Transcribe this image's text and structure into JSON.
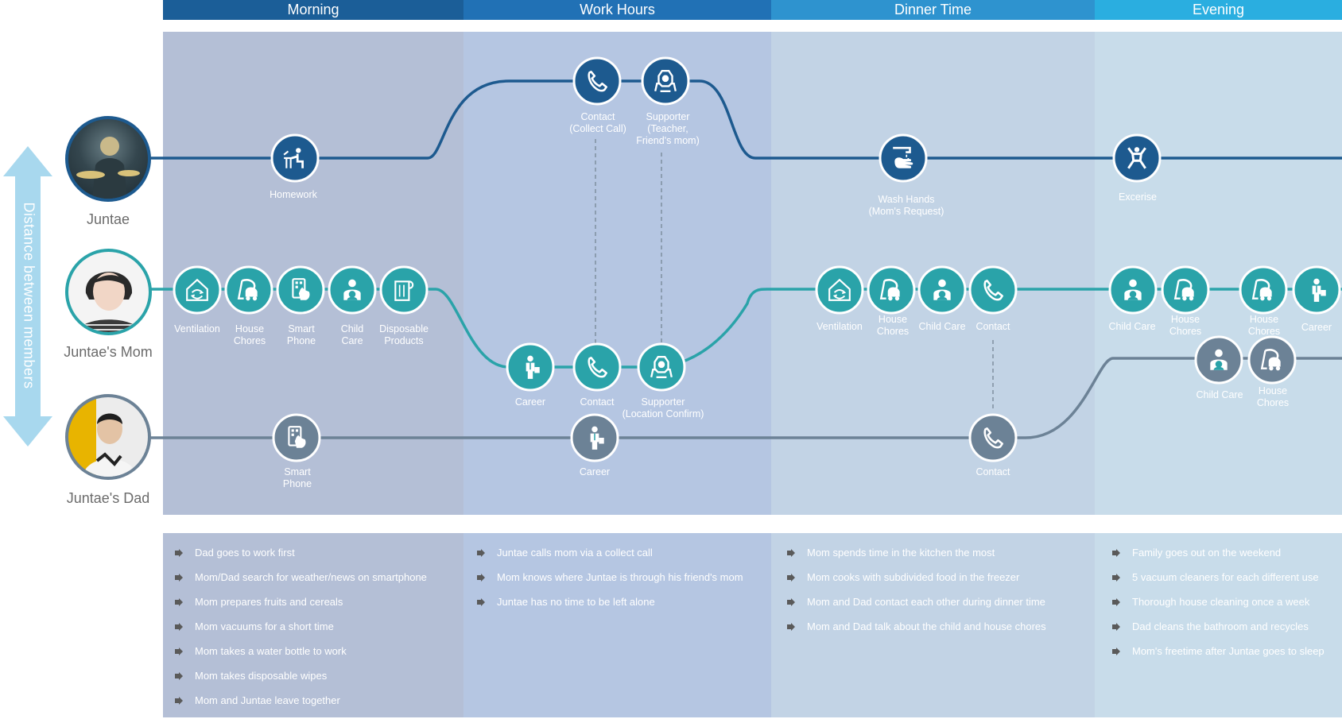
{
  "phases": [
    "Morning",
    "Work Hours",
    "Dinner Time",
    "Evening"
  ],
  "axis_label": "Distance between members",
  "people": [
    "Juntae",
    "Juntae's Mom",
    "Juntae's Dad"
  ],
  "labels": {
    "homework": "Homework",
    "contact_collect": [
      "Contact",
      "(Collect Call)"
    ],
    "supporter_teacher": [
      "Supporter",
      "(Teacher,",
      "Friend's mom)"
    ],
    "wash_hands": [
      "Wash Hands",
      "(Mom's Request)"
    ],
    "exercise": "Excerise",
    "ventilation": "Ventilation",
    "house_chores": [
      "House",
      "Chores"
    ],
    "smart_phone": [
      "Smart",
      "Phone"
    ],
    "child_care": [
      "Child",
      "Care"
    ],
    "disposable": [
      "Disposable",
      "Products"
    ],
    "career": "Career",
    "contact": "Contact",
    "supporter_location": [
      "Supporter",
      "(Location Confirm)"
    ],
    "child_care_one": "Child Care"
  },
  "notes": [
    [
      "Dad goes to work first",
      "Mom/Dad search for weather/news on smartphone",
      "Mom prepares fruits and cereals",
      "Mom vacuums for a short time",
      "Mom takes a water bottle to work",
      "Mom takes disposable wipes",
      "Mom and Juntae leave together"
    ],
    [
      "Juntae calls mom via a collect call",
      "Mom knows where Juntae is through his friend's mom",
      "Juntae has no time to be left alone"
    ],
    [
      "Mom spends time in the kitchen the most",
      "Mom cooks with subdivided food in the freezer",
      "Mom and Dad contact each other during dinner time",
      "Mom and Dad talk about the child and house chores"
    ],
    [
      "Family goes out on the weekend",
      "5 vacuum cleaners for each different use",
      "Thorough house cleaning once a week",
      "Dad cleans the bathroom and recycles",
      "Mom's freetime after Juntae goes to sleep"
    ]
  ],
  "colors": {
    "juntae_line": "#1d5a8f",
    "mom_line": "#2aa3a9",
    "dad_line": "#6c8296",
    "header": [
      "#1b5e98",
      "#2171b5",
      "#2e93cf",
      "#2aaee0"
    ],
    "band": [
      "#b4bfd6",
      "#b5c6e2",
      "#c2d3e5",
      "#c8dcea"
    ]
  }
}
